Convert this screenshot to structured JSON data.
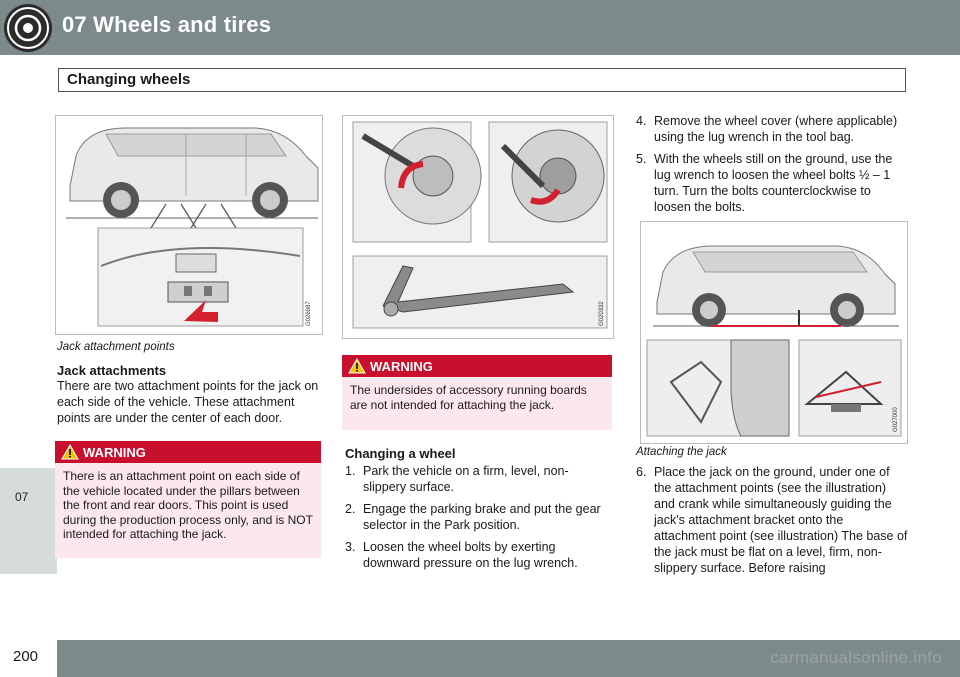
{
  "header": {
    "chapter_title": "07 Wheels and tires",
    "section_title": "Changing wheels"
  },
  "side_tab": {
    "chapter_num": "07"
  },
  "footer": {
    "page_number": "200",
    "watermark": "carmanualsonline.info"
  },
  "col1": {
    "figure_code": "G026987",
    "caption": "Jack attachment points",
    "heading": "Jack attachments",
    "body": "There are two attachment points for the jack on each side of the vehicle. These attachment points are under the center of each door.",
    "warning": {
      "label": "WARNING",
      "text": "There is an attachment point on each side of the vehicle located under the pillars between the front and rear doors. This point is used during the production process only, and is NOT intended for attaching the jack."
    }
  },
  "col2": {
    "figure_code": "G020332",
    "warning": {
      "label": "WARNING",
      "text": "The undersides of accessory running boards are not intended for attaching the jack."
    },
    "heading": "Changing a wheel",
    "steps": [
      {
        "num": "1.",
        "text": "Park the vehicle on a firm, level, non-slippery surface."
      },
      {
        "num": "2.",
        "text": "Engage the parking brake and put the gear selector in the Park position."
      },
      {
        "num": "3.",
        "text": "Loosen the wheel bolts by exerting downward pressure on the lug wrench."
      }
    ]
  },
  "col3": {
    "steps_top": [
      {
        "num": "4.",
        "text": "Remove the wheel cover (where applicable) using the lug wrench in the tool bag."
      },
      {
        "num": "5.",
        "text": "With the wheels still on the ground, use the lug wrench to loosen the wheel bolts ½ – 1 turn. Turn the bolts counterclockwise to loosen the bolts."
      }
    ],
    "figure_code": "G027000",
    "caption": "Attaching the jack",
    "steps_bottom": [
      {
        "num": "6.",
        "text": "Place the jack on the ground, under one of the attachment points (see the illustration) and crank while simultaneously guiding the jack's attachment bracket onto the attachment point (see illustration) The base of the jack must be flat on a level, firm, non-slippery surface. Before raising"
      }
    ]
  },
  "colors": {
    "header_gray": "#7c8a8b",
    "warning_red": "#c8102e",
    "warning_bg": "#fbe7ec",
    "tab_gray": "#d6dbdb"
  }
}
